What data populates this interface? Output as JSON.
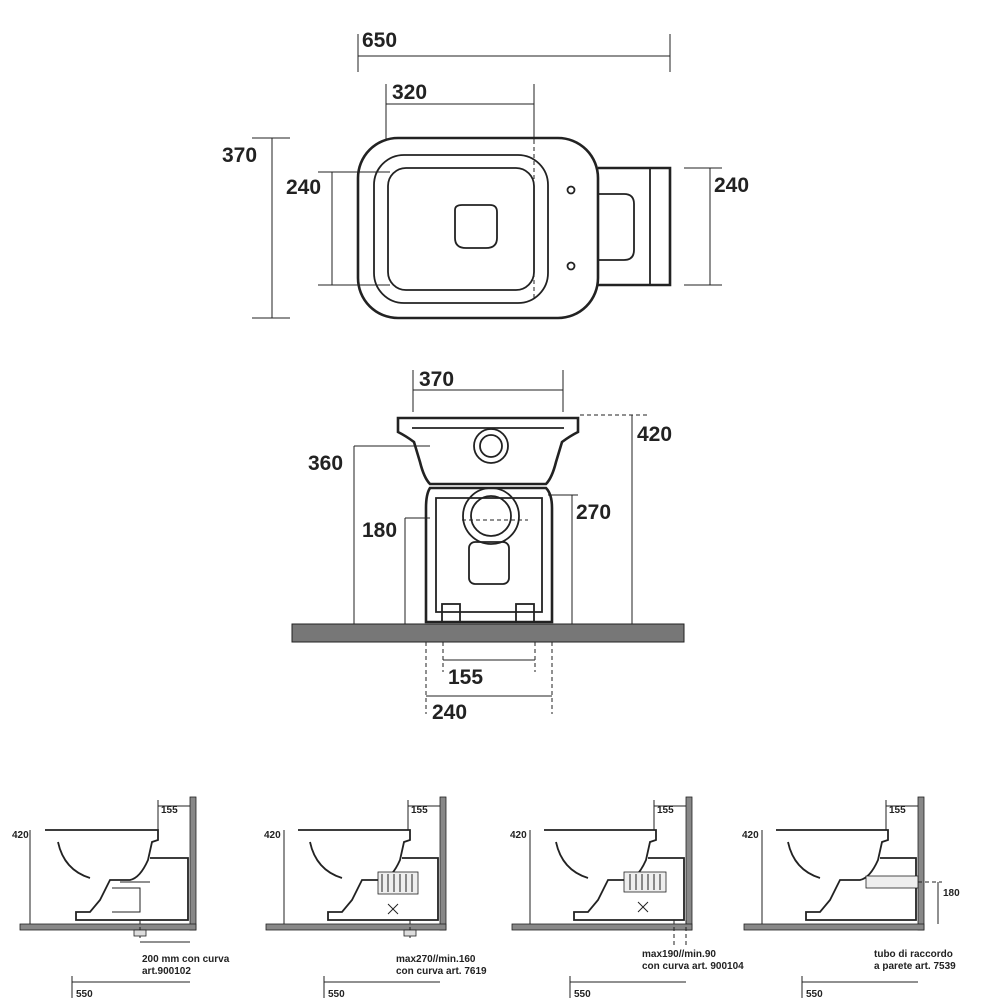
{
  "top_view": {
    "width_total": "650",
    "width_bowl": "320",
    "depth_total": "370",
    "depth_inner": "240",
    "tank_depth": "240"
  },
  "front_view": {
    "width_top": "370",
    "height_total": "420",
    "height_bowl": "360",
    "height_outlet": "270",
    "height_inlet": "180",
    "base_inner": "155",
    "base_outer": "240"
  },
  "installations": [
    {
      "height": "420",
      "offset": "155",
      "depth": "550",
      "note_lines": [
        "200 mm con curva",
        "art.900102"
      ]
    },
    {
      "height": "420",
      "offset": "155",
      "depth": "550",
      "note_lines": [
        "max270//min.160",
        "con curva art. 7619"
      ]
    },
    {
      "height": "420",
      "offset": "155",
      "depth": "550",
      "note_lines": [
        "max190//min.90",
        "con curva art. 900104"
      ]
    },
    {
      "height": "420",
      "offset": "155",
      "depth": "550",
      "side": "180",
      "note_lines": [
        "tubo di raccordo",
        "a parete art. 7539"
      ]
    }
  ]
}
